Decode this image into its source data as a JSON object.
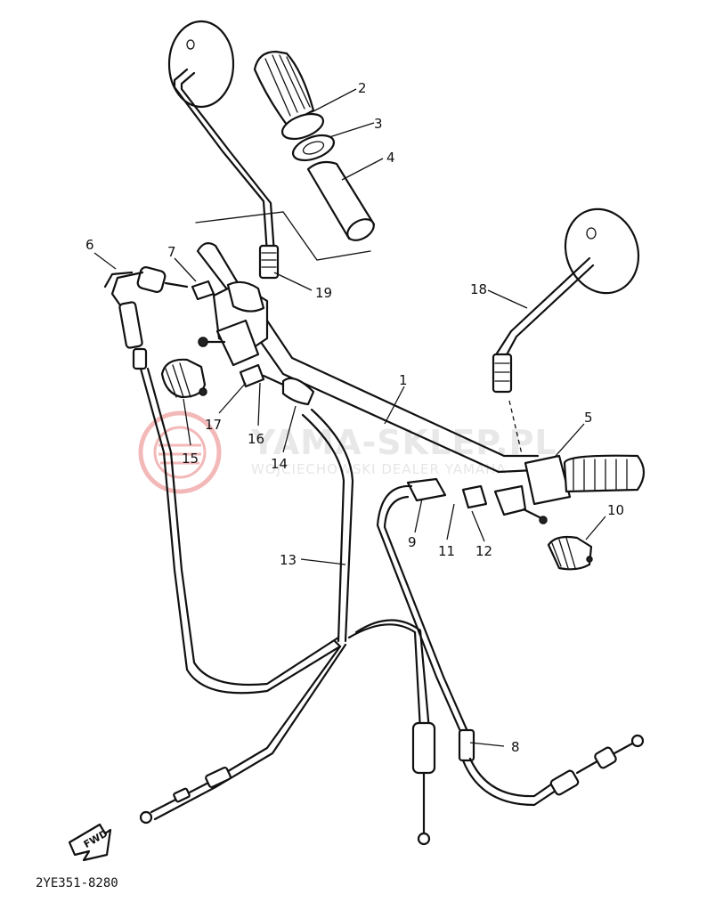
{
  "watermark": {
    "logo_color": "#f3b8b8",
    "line1": "YAMA-SKLEP.PL",
    "line2": "WOJCIECHOWSKI DEALER YAMAHA"
  },
  "diagram_code": "2YE351-8280",
  "fwd_label": "FWD",
  "callouts": [
    "1",
    "2",
    "3",
    "4",
    "5",
    "6",
    "7",
    "8",
    "9",
    "10",
    "11",
    "12",
    "13",
    "14",
    "15",
    "16",
    "17",
    "18",
    "19"
  ]
}
